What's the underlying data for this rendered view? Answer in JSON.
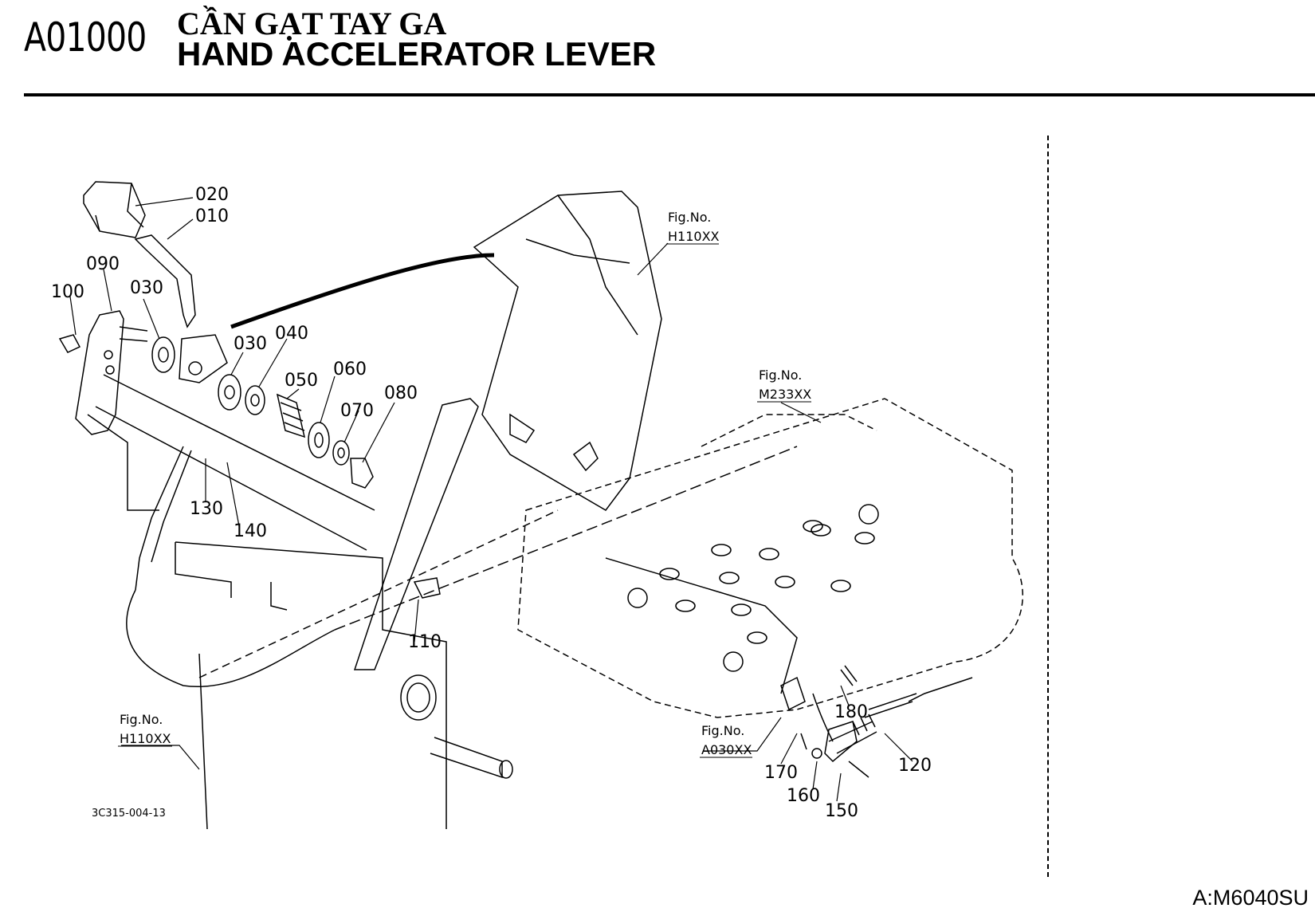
{
  "header": {
    "code": "A01000",
    "title_vi": "CẦN GẠT TAY GA",
    "title_en": "HAND ACCELERATOR LEVER"
  },
  "part_labels": [
    "010",
    "020",
    "030",
    "030",
    "040",
    "050",
    "060",
    "070",
    "080",
    "090",
    "100",
    "110",
    "120",
    "130",
    "140",
    "150",
    "160",
    "170",
    "180"
  ],
  "fig_refs": [
    {
      "label": "Fig.No.",
      "code": "H110XX"
    },
    {
      "label": "Fig.No.",
      "code": "M233XX"
    },
    {
      "label": "Fig.No.",
      "code": "H110XX"
    },
    {
      "label": "Fig.No.",
      "code": "A030XX"
    }
  ],
  "drawing_no": "3C315-004-13",
  "model_code": "A:M6040SU"
}
